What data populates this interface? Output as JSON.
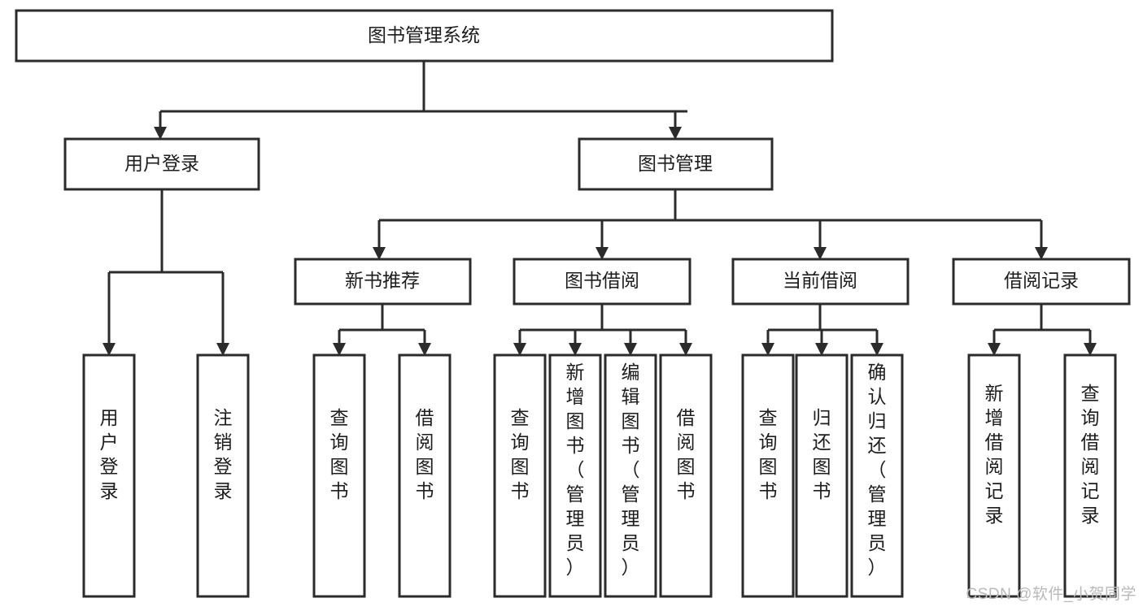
{
  "diagram": {
    "type": "tree",
    "title": "图书管理系统",
    "orientation": "top-down",
    "colors": {
      "box_stroke": "#2b2b2b",
      "box_fill": "#ffffff",
      "text": "#1d1d1d",
      "background": "#ffffff",
      "watermark": "#b9b9b9"
    },
    "root": {
      "label": "图书管理系统",
      "text_direction": "horizontal"
    },
    "level2": [
      {
        "label": "用户登录",
        "text_direction": "horizontal"
      },
      {
        "label": "图书管理",
        "text_direction": "horizontal"
      }
    ],
    "level3": [
      {
        "label": "新书推荐",
        "text_direction": "horizontal"
      },
      {
        "label": "图书借阅",
        "text_direction": "horizontal"
      },
      {
        "label": "当前借阅",
        "text_direction": "horizontal"
      },
      {
        "label": "借阅记录",
        "text_direction": "horizontal"
      }
    ],
    "leaves": {
      "user_login": [
        {
          "label": "用户登录",
          "chars": [
            "用",
            "户",
            "登",
            "录"
          ]
        },
        {
          "label": "注销登录",
          "chars": [
            "注",
            "销",
            "登",
            "录"
          ]
        }
      ],
      "new_book_recommend": [
        {
          "label": "查询图书",
          "chars": [
            "查",
            "询",
            "图",
            "书"
          ]
        },
        {
          "label": "借阅图书",
          "chars": [
            "借",
            "阅",
            "图",
            "书"
          ]
        }
      ],
      "book_borrow": [
        {
          "label": "查询图书",
          "chars": [
            "查",
            "询",
            "图",
            "书"
          ]
        },
        {
          "label": "新增图书（管理员）",
          "chars": [
            "新",
            "增",
            "图",
            "书",
            "（",
            "管",
            "理",
            "员",
            "）"
          ]
        },
        {
          "label": "编辑图书（管理员）",
          "chars": [
            "编",
            "辑",
            "图",
            "书",
            "（",
            "管",
            "理",
            "员",
            "）"
          ]
        },
        {
          "label": "借阅图书",
          "chars": [
            "借",
            "阅",
            "图",
            "书"
          ]
        }
      ],
      "current_borrow": [
        {
          "label": "查询图书",
          "chars": [
            "查",
            "询",
            "图",
            "书"
          ]
        },
        {
          "label": "归还图书",
          "chars": [
            "归",
            "还",
            "图",
            "书"
          ]
        },
        {
          "label": "确认归还（管理员）",
          "chars": [
            "确",
            "认",
            "归",
            "还",
            "（",
            "管",
            "理",
            "员",
            "）"
          ]
        }
      ],
      "borrow_record": [
        {
          "label": "新增借阅记录",
          "chars": [
            "新",
            "增",
            "借",
            "阅",
            "记",
            "录"
          ]
        },
        {
          "label": "查询借阅记录",
          "chars": [
            "查",
            "询",
            "借",
            "阅",
            "记",
            "录"
          ]
        }
      ]
    },
    "watermark": "CSDN @软件_小贺同学"
  }
}
